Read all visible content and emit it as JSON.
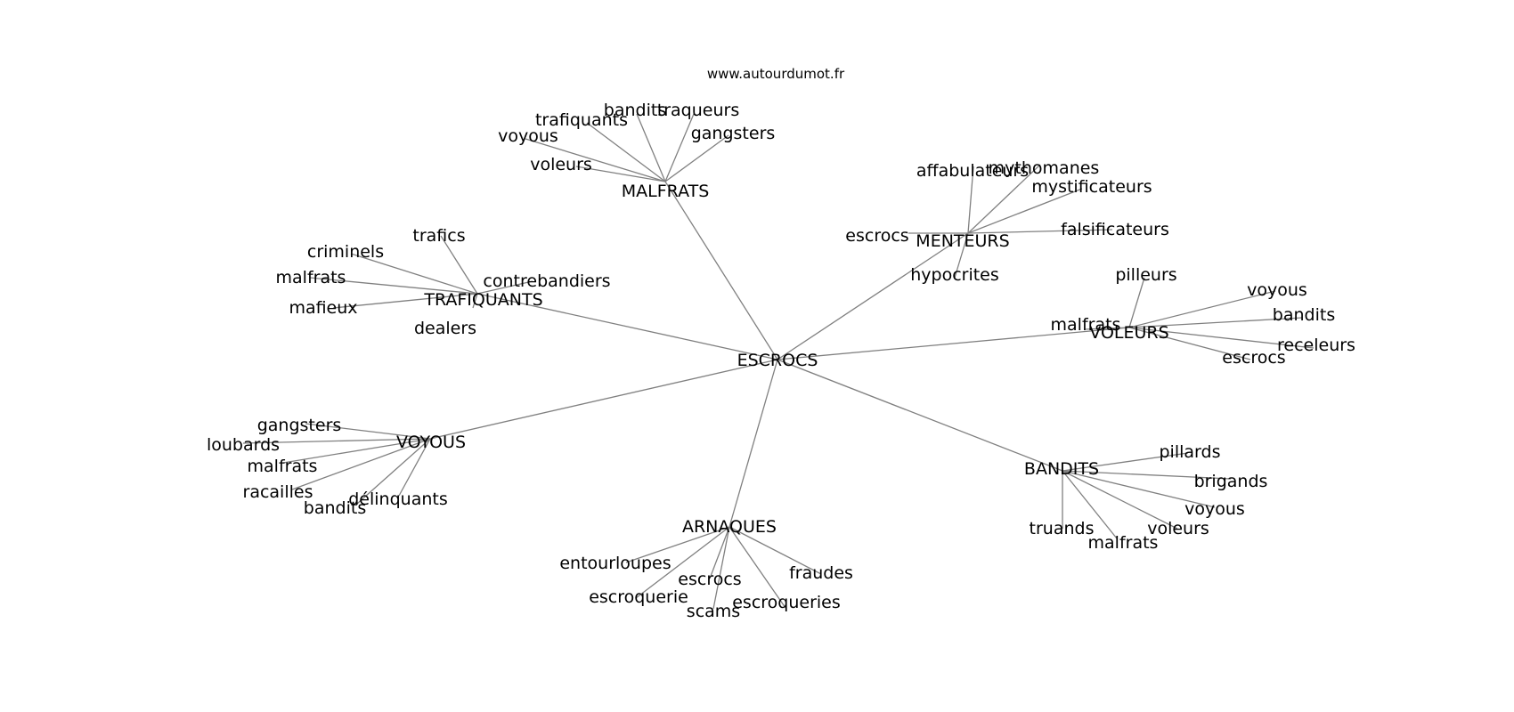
{
  "header": {
    "source": "www.autourdumot.fr"
  },
  "graph": {
    "root": "ESCROCS",
    "clusters": [
      {
        "hub": "MALFRATS",
        "leaves": [
          "bandits",
          "traqueurs",
          "trafiquants",
          "gangsters",
          "voyous",
          "voleurs"
        ]
      },
      {
        "hub": "MENTEURS",
        "leaves": [
          "affabulateurs",
          "mythomanes",
          "mystificateurs",
          "escrocs",
          "falsificateurs",
          "hypocrites"
        ]
      },
      {
        "hub": "TRAFIQUANTS",
        "leaves": [
          "trafics",
          "criminels",
          "malfrats",
          "contrebandiers",
          "mafieux",
          "dealers"
        ]
      },
      {
        "hub": "VOLEURS",
        "leaves": [
          "pilleurs",
          "voyous",
          "bandits",
          "malfrats",
          "receleurs",
          "escrocs"
        ]
      },
      {
        "hub": "VOYOUS",
        "leaves": [
          "gangsters",
          "loubards",
          "malfrats",
          "racailles",
          "délinquants",
          "bandits"
        ]
      },
      {
        "hub": "BANDITS",
        "leaves": [
          "pillards",
          "brigands",
          "voyous",
          "truands",
          "voleurs",
          "malfrats"
        ]
      },
      {
        "hub": "ARNAQUES",
        "leaves": [
          "entourloupes",
          "fraudes",
          "escrocs",
          "escroquerie",
          "escroqueries",
          "scams"
        ]
      }
    ]
  }
}
